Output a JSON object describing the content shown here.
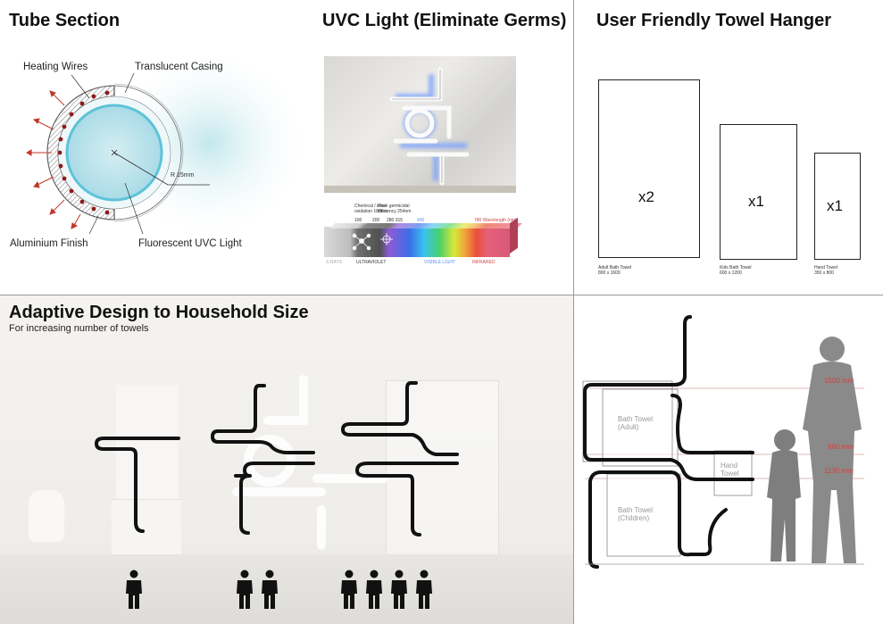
{
  "tube": {
    "title": "Tube Section",
    "heating_wires": "Heating Wires",
    "translucent_casing": "Translucent Casing",
    "aluminium_finish": "Aluminium Finish",
    "fluorescent_light": "Fluorescent UVC Light",
    "radius": "R 15mm"
  },
  "uvc": {
    "title": "UVC Light (Eliminate Germs)",
    "spectrum": {
      "chemical_note": "Chemical / odor\noxidation 185nm",
      "peak_note": "Peak germicidal\nefficiency 254nm",
      "n100": "100",
      "n200": "200",
      "n280315": "280 315",
      "n400": "400",
      "n780": "780  Wavelength (nm)",
      "xrays": "X-RAYS",
      "ultraviolet": "ULTRAVIOLET",
      "visible": "VISIBLE LIGHT",
      "infrared": "INFRARED"
    }
  },
  "towel": {
    "title": "User Friendly Towel Hanger",
    "items": [
      {
        "count": "x2",
        "name": "Adult Bath Towel",
        "size": "800 x 1600"
      },
      {
        "count": "x1",
        "name": "Kids Bath Towel",
        "size": "600 x 1200"
      },
      {
        "count": "x1",
        "name": "Hand Towel",
        "size": "350 x 800"
      }
    ]
  },
  "adaptive": {
    "title": "Adaptive Design to Household Size",
    "subtitle": "For increasing number of towels",
    "groups": [
      1,
      2,
      4
    ]
  },
  "heights": {
    "bath_adult": "Bath Towel\n(Adult)",
    "hand": "Hand\nTowel",
    "bath_children": "Bath Towel\n(Children)",
    "m1500": "1500 mm",
    "m860": "860 mm",
    "m1130": "1130 mm"
  },
  "colors": {
    "accent_red": "#c0392b",
    "uvc_blue": "#5b8fe8",
    "tube_cyan": "#9fd8e8"
  }
}
